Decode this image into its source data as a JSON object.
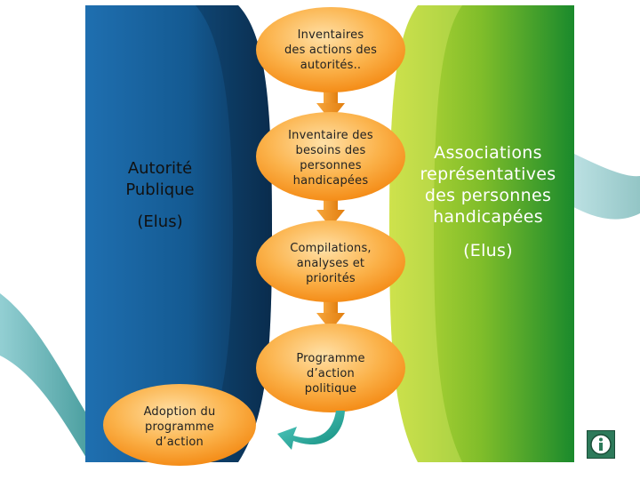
{
  "left_panel": {
    "title": "Autorité\nPublique",
    "subtitle": "(Elus)"
  },
  "right_panel": {
    "title": "Associations\nreprésentatives\ndes personnes\nhandicapées",
    "subtitle": "(Elus)"
  },
  "steps": [
    {
      "label": "Inventaires\ndes actions des\nautorités.."
    },
    {
      "label": "Inventaire des\nbesoins des\npersonnes\nhandicapées"
    },
    {
      "label": "Compilations,\nanalyses et\npriorités"
    },
    {
      "label": "Programme\nd’action\npolitique"
    }
  ],
  "outcome": {
    "label": "Adoption du\nprogramme\nd’action"
  },
  "colors": {
    "blue_dark": "#0c3a63",
    "blue_light": "#1f6fb0",
    "green_light": "#b4d334",
    "green_dark": "#1d8a2e",
    "oval_orange": "#f7941d",
    "oval_light": "#ffd08a",
    "arrow_orange": "#f39a2a",
    "teal_wave": "#1f8b8a"
  },
  "icons": {
    "info": "info-icon"
  }
}
